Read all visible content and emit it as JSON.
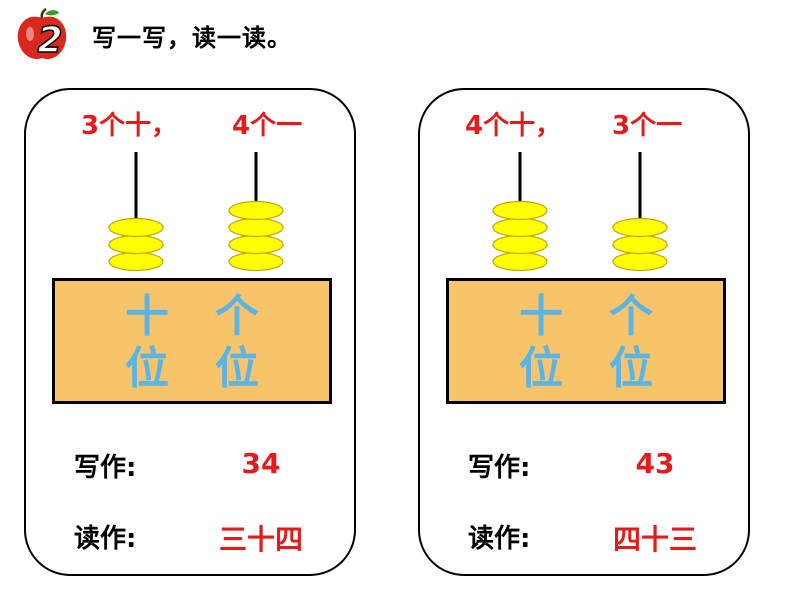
{
  "header": {
    "badge_number": "2",
    "instruction": "写一写，读一读。"
  },
  "cards": [
    {
      "tens_text": "3个十，",
      "ones_text": "4个一",
      "tens_beads": 3,
      "ones_beads": 4,
      "place_tens": [
        "十",
        "位"
      ],
      "place_ones": [
        "个",
        "位"
      ],
      "write_label": "写作:",
      "write_value": "34",
      "read_label": "读作:",
      "read_value": "三十四"
    },
    {
      "tens_text": "4个十，",
      "ones_text": "3个一",
      "tens_beads": 4,
      "ones_beads": 3,
      "place_tens": [
        "十",
        "位"
      ],
      "place_ones": [
        "个",
        "位"
      ],
      "write_label": "写作:",
      "write_value": "43",
      "read_label": "读作:",
      "read_value": "四十三"
    }
  ],
  "colors": {
    "count_text": "#e31b1b",
    "place_text": "#5ab4e5",
    "place_box": "#f7c46b",
    "bead_fill": "#ffff00",
    "bead_stroke": "#c8a200",
    "badge_red": "#d9291c"
  },
  "icons": {
    "badge": "apple-number-badge-icon"
  }
}
